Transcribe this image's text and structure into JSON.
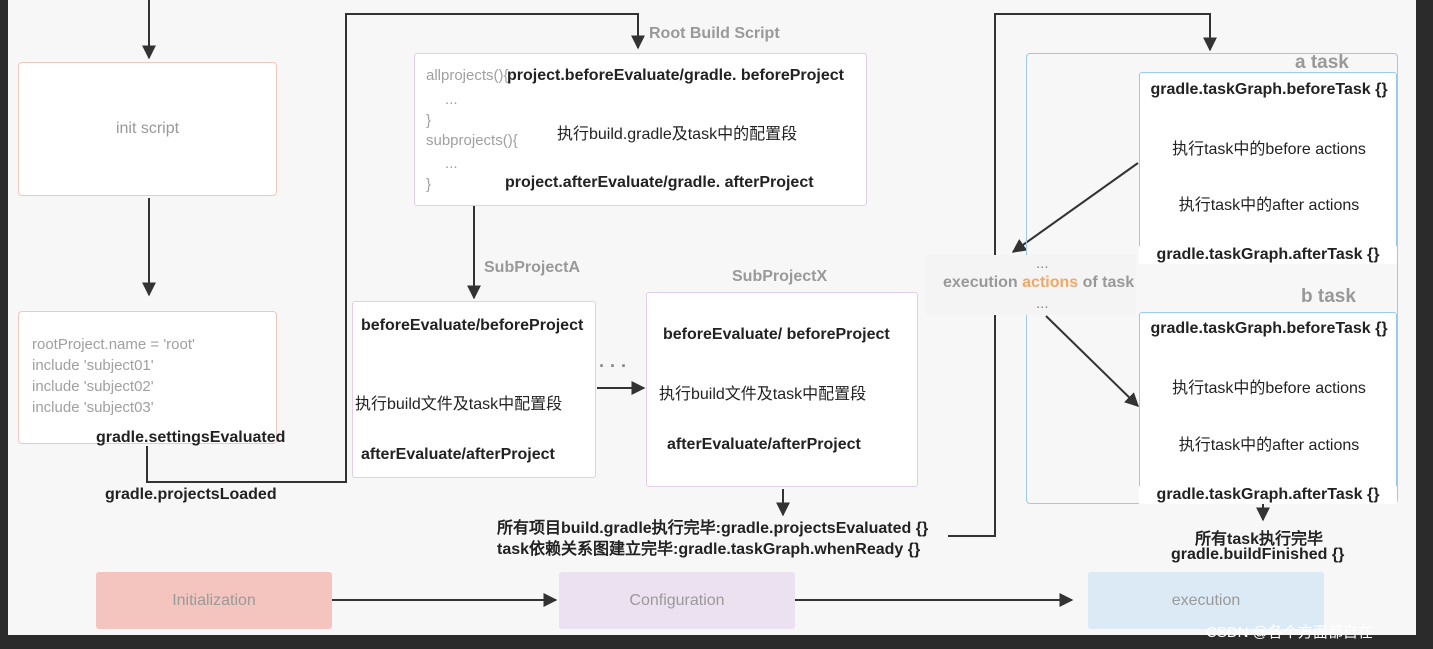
{
  "init_script": {
    "label": "init script"
  },
  "settings_script": {
    "lines": [
      "rootProject.name = 'root'",
      "include 'subject01'",
      "include 'subject02'",
      "include 'subject03'"
    ]
  },
  "hooks": {
    "settings_evaluated": "gradle.settingsEvaluated",
    "projects_loaded": "gradle.projectsLoaded",
    "projects_evaluated": "所有项目build.gradle执行完毕:gradle.projectsEvaluated {}",
    "task_graph_ready": "task依赖关系图建立完毕:gradle.taskGraph.whenReady {}",
    "all_tasks_done": "所有task执行完毕",
    "build_finished": "gradle.buildFinished {}"
  },
  "root_build_script": {
    "title": "Root Build Script",
    "code": [
      "allprojects(){",
      "...",
      "}",
      "subprojects(){",
      "...",
      "}"
    ],
    "before": "project.beforeEvaluate/gradle. beforeProject",
    "exec": "执行build.gradle及task中的配置段",
    "after": "project.afterEvaluate/gradle. afterProject"
  },
  "subproject_a": {
    "title": "SubProjectA",
    "before": "beforeEvaluate/beforeProject",
    "exec": "执行build文件及task中配置段",
    "after": "afterEvaluate/afterProject"
  },
  "ellipsis": "· · ·",
  "subproject_x": {
    "title": "SubProjectX",
    "before": "beforeEvaluate/ beforeProject",
    "exec": "执行build文件及task中配置段",
    "after": "afterEvaluate/afterProject"
  },
  "execution": {
    "label_parts": [
      "execution ",
      "actions",
      " of task"
    ],
    "dots_top": "...",
    "dots_bottom": "...",
    "task_a": {
      "title": "a task",
      "before_task": "gradle.taskGraph.beforeTask {}",
      "before_actions": "执行task中的before actions",
      "after_actions": "执行task中的after actions",
      "after_task": "gradle.taskGraph.afterTask {}"
    },
    "task_b": {
      "title": "b task",
      "before_task": "gradle.taskGraph.beforeTask {}",
      "before_actions": "执行task中的before actions",
      "after_actions": "执行task中的after actions",
      "after_task": "gradle.taskGraph.afterTask {}"
    }
  },
  "phases": [
    {
      "label": "Initialization",
      "color": "#f4c5be"
    },
    {
      "label": "Configuration",
      "color": "#ece1f0"
    },
    {
      "label": "execution",
      "color": "#dceaf6"
    }
  ],
  "colors": {
    "init_border": "#f2c7c0",
    "root_border": "#e2cdea",
    "task_border": "#9ccaef",
    "accent": "#f0a868"
  },
  "watermark": "CSDN @各个方面都自在"
}
